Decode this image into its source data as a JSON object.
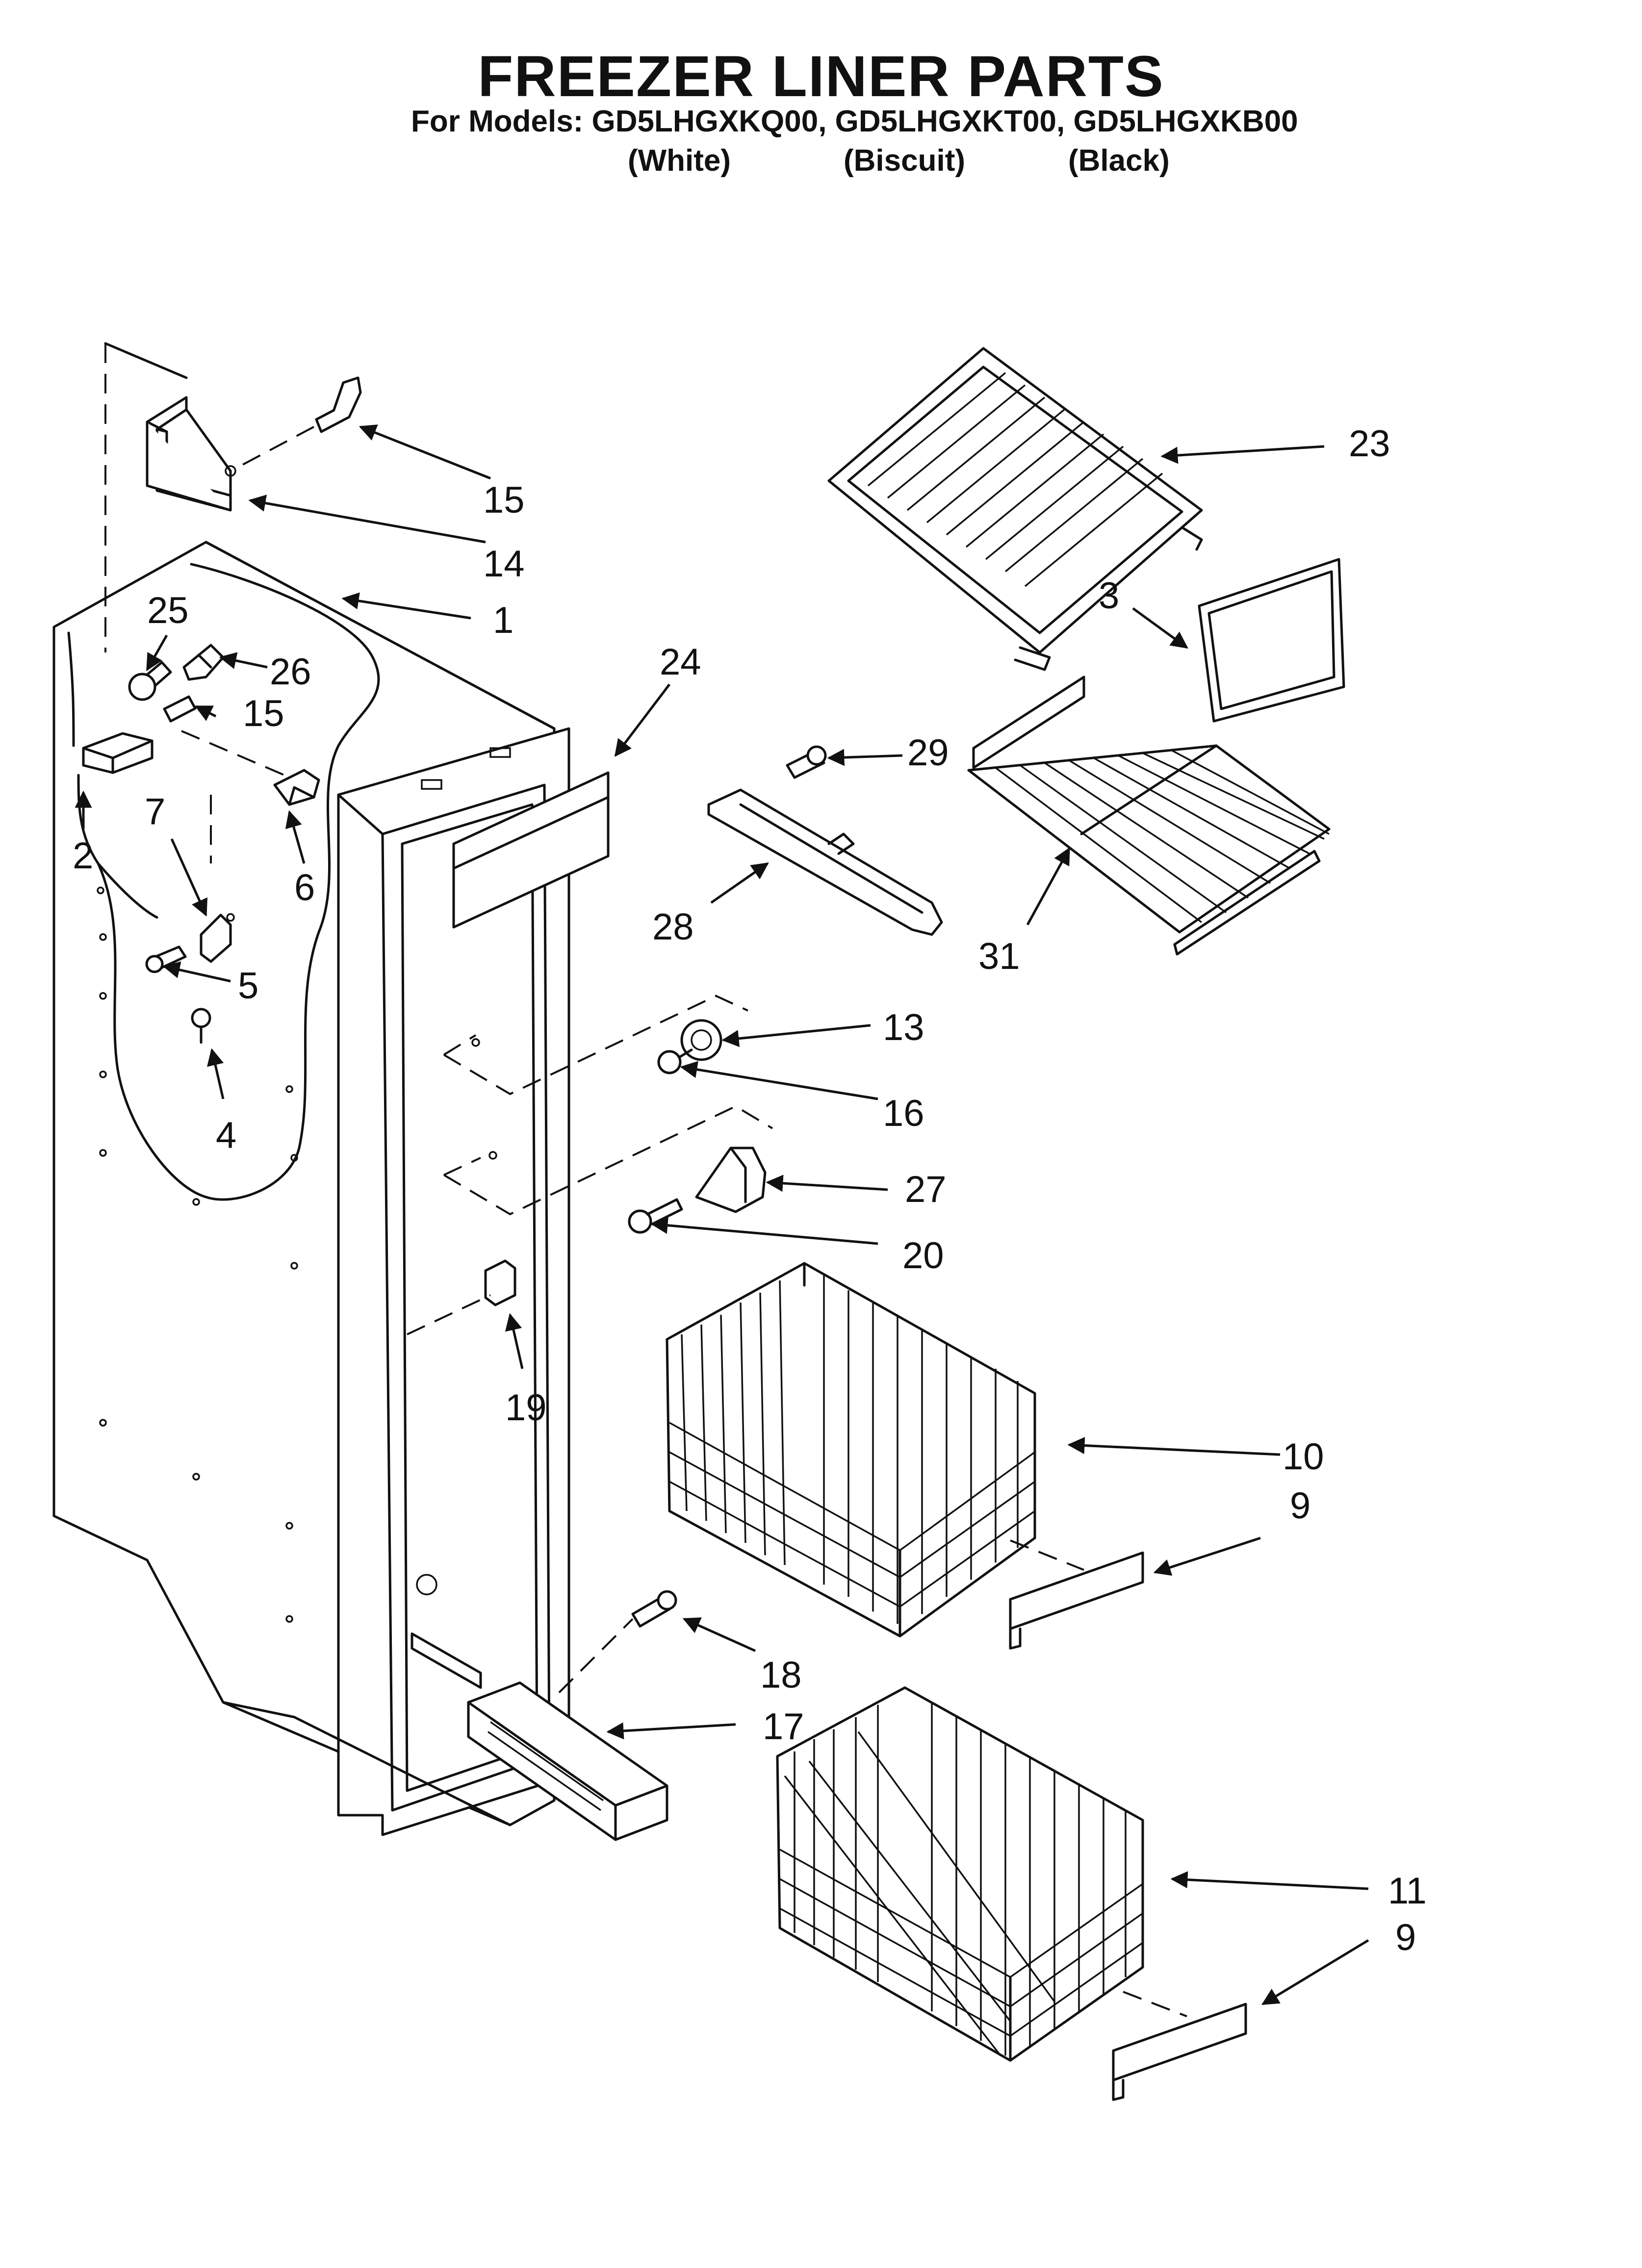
{
  "header": {
    "title": "FREEZER LINER PARTS",
    "models_line": "For Models: GD5LHGXKQ00, GD5LHGXKT00, GD5LHGXKB00",
    "variants": [
      "(White)",
      "(Biscuit)",
      "(Black)"
    ]
  },
  "callouts": [
    {
      "id": "c23",
      "label": "23"
    },
    {
      "id": "c15a",
      "label": "15"
    },
    {
      "id": "c14",
      "label": "14"
    },
    {
      "id": "c1",
      "label": "1"
    },
    {
      "id": "c3",
      "label": "3"
    },
    {
      "id": "c25",
      "label": "25"
    },
    {
      "id": "c26",
      "label": "26"
    },
    {
      "id": "c15b",
      "label": "15"
    },
    {
      "id": "c24",
      "label": "24"
    },
    {
      "id": "c29",
      "label": "29"
    },
    {
      "id": "c2",
      "label": "2"
    },
    {
      "id": "c7",
      "label": "7"
    },
    {
      "id": "c6",
      "label": "6"
    },
    {
      "id": "c28",
      "label": "28"
    },
    {
      "id": "c31",
      "label": "31"
    },
    {
      "id": "c5",
      "label": "5"
    },
    {
      "id": "c13",
      "label": "13"
    },
    {
      "id": "c4",
      "label": "4"
    },
    {
      "id": "c16",
      "label": "16"
    },
    {
      "id": "c27",
      "label": "27"
    },
    {
      "id": "c20",
      "label": "20"
    },
    {
      "id": "c19",
      "label": "19"
    },
    {
      "id": "c10",
      "label": "10"
    },
    {
      "id": "c9a",
      "label": "9"
    },
    {
      "id": "c18",
      "label": "18"
    },
    {
      "id": "c17",
      "label": "17"
    },
    {
      "id": "c11",
      "label": "11"
    },
    {
      "id": "c9b",
      "label": "9"
    }
  ]
}
